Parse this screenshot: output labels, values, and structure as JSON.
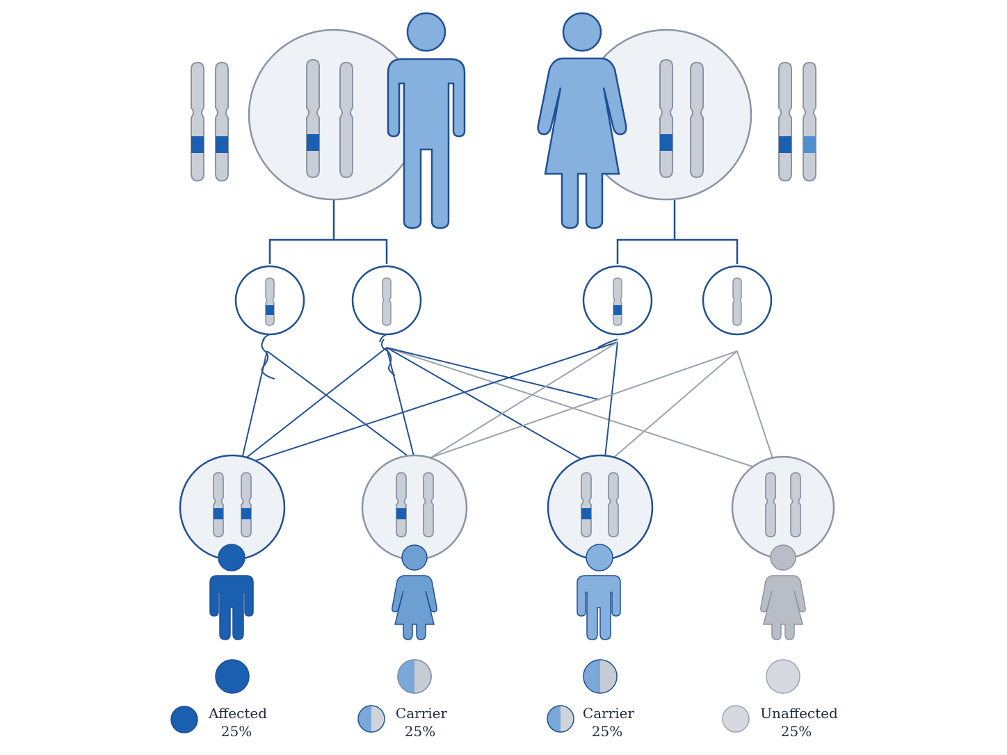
{
  "colors": {
    "affected": "#1a5fb0",
    "carrier": "#7aa8d8",
    "carrier_light": "#8fb7e2",
    "unaffected": "#c7ccd4",
    "chromosome": "#c9ced6",
    "chromosome_stroke": "#8a94a3",
    "line_blue": "#1f4f95",
    "line_grey": "#9aa3ae",
    "circle_fill": "#eef2f7",
    "circle_stroke": "#8a94a3"
  },
  "parents": [
    {
      "sex": "male",
      "status": "carrier"
    },
    {
      "sex": "female",
      "status": "carrier"
    }
  ],
  "gametes": [
    {
      "parent": "father",
      "allele": "mutant"
    },
    {
      "parent": "father",
      "allele": "normal"
    },
    {
      "parent": "mother",
      "allele": "mutant"
    },
    {
      "parent": "mother",
      "allele": "normal"
    }
  ],
  "offspring": [
    {
      "sex": "male",
      "status": "affected",
      "label": "Affected",
      "probability": "25%"
    },
    {
      "sex": "female",
      "status": "carrier",
      "label": "Carrier",
      "probability": "25%"
    },
    {
      "sex": "male",
      "status": "carrier",
      "label": "Carrier",
      "probability": "25%"
    },
    {
      "sex": "female",
      "status": "unaffected",
      "label": "Unaffected",
      "probability": "25%"
    }
  ]
}
